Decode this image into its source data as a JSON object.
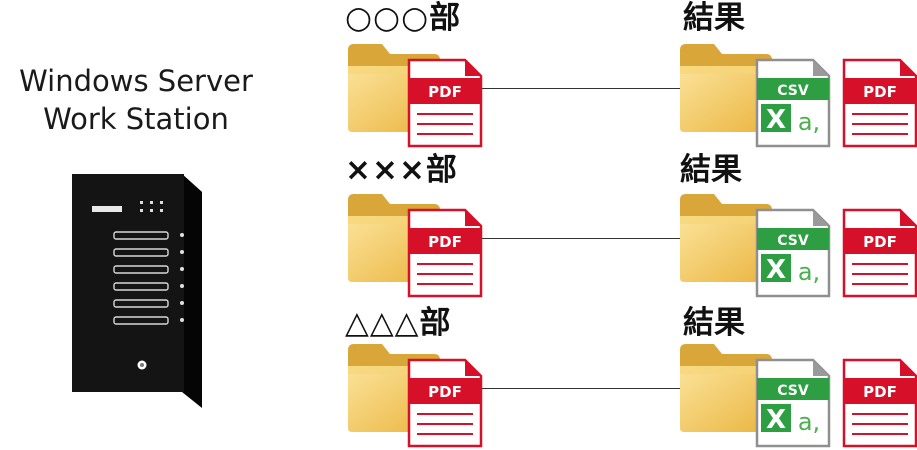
{
  "server": {
    "title_line1": "Windows Server",
    "title_line2": "Work Station"
  },
  "rows": [
    {
      "department": "○○○部",
      "result_label": "結果",
      "source_file": "PDF",
      "result_files": [
        "CSV",
        "PDF"
      ]
    },
    {
      "department": "×××部",
      "result_label": "結果",
      "source_file": "PDF",
      "result_files": [
        "CSV",
        "PDF"
      ]
    },
    {
      "department": "△△△部",
      "result_label": "結果",
      "source_file": "PDF",
      "result_files": [
        "CSV",
        "PDF"
      ]
    }
  ],
  "icons": {
    "folder": "folder-icon",
    "pdf": "pdf-file-icon",
    "csv": "csv-excel-file-icon",
    "server": "server-tower-icon"
  },
  "colors": {
    "pdf_red": "#d7102a",
    "csv_green": "#2e9e43",
    "folder_yellow": "#f4c65a",
    "server_black": "#111111"
  }
}
